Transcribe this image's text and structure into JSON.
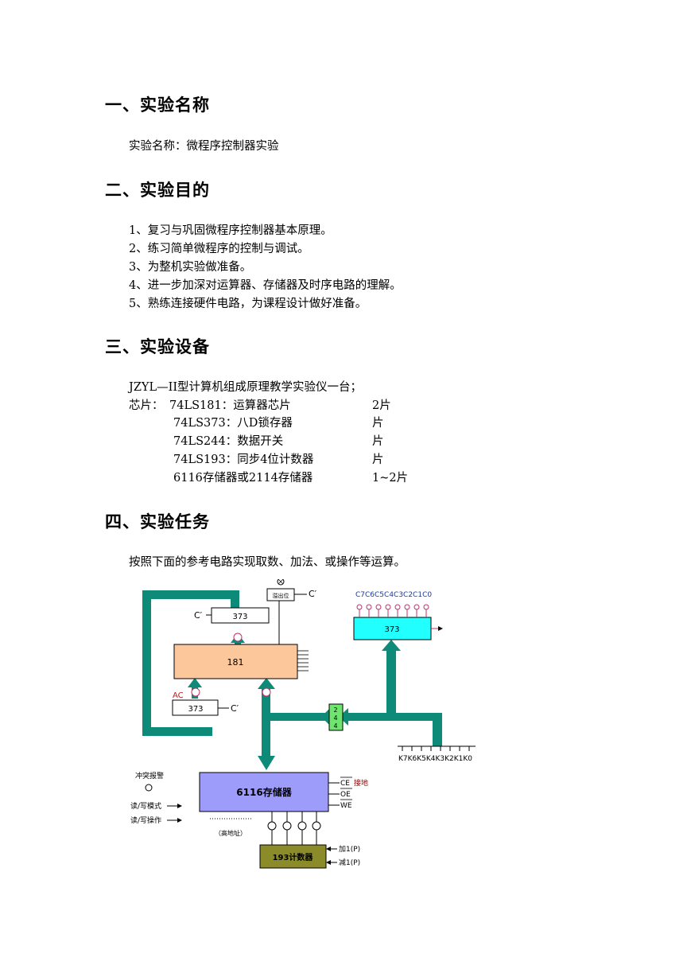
{
  "sections": [
    {
      "heading": "一、实验名称",
      "lines": [
        "实验名称：微程序控制器实验"
      ]
    },
    {
      "heading": "二、实验目的",
      "lines": [
        "1、复习与巩固微程序控制器基本原理。",
        "2、练习简单微程序的控制与调试。",
        "3、为整机实验做准备。",
        "4、进一步加深对运算器、存储器及时序电路的理解。",
        "5、熟练连接硬件电路，为课程设计做好准备。"
      ]
    },
    {
      "heading": "三、实验设备",
      "lines": [
        "JZYL—II型计算机组成原理教学实验仪一台；"
      ]
    },
    {
      "heading": "四、实验任务",
      "lines": [
        "按照下面的参考电路实现取数、加法、或操作等运算。"
      ]
    }
  ],
  "chips": {
    "prefix": "芯片：",
    "rows": [
      {
        "name": "74LS181：运算器芯片",
        "qty": "2片"
      },
      {
        "name": "74LS373：八D锁存器",
        "qty": "片"
      },
      {
        "name": "74LS244：数据开关",
        "qty": "片"
      },
      {
        "name": "74LS193：同步4位计数器",
        "qty": "片"
      },
      {
        "name": "6116存储器或2114存储器",
        "qty": "1~2片"
      }
    ]
  },
  "diagram": {
    "output_bit": "溢出位",
    "c_prime": "C′",
    "c_bits": "C7C6C5C4C3C2C1C0",
    "reg373": "373",
    "alu181": "181",
    "ac": "AC",
    "buf244": [
      "2",
      "4",
      "4"
    ],
    "k_switches": "K7K6K5K4K3K2K1K0",
    "conflict_alarm": "冲突报警",
    "rw_mode": "读/写模式",
    "rw_op": "读/写操作",
    "memory": "6116存储器",
    "ce": "CE",
    "ce_note": "接地",
    "oe": "OE",
    "we": "WE",
    "high_addr": "（高地址）",
    "counter": "193计数器",
    "inc": "加1(P)",
    "dec": "减1(P)",
    "colors": {
      "teal": "#0e8a78",
      "alu": "#fcc89b",
      "cyan_reg": "#22ffff",
      "mem": "#9e9cfb",
      "counter": "#8b8b2a",
      "buf": "#6ee56e"
    }
  }
}
